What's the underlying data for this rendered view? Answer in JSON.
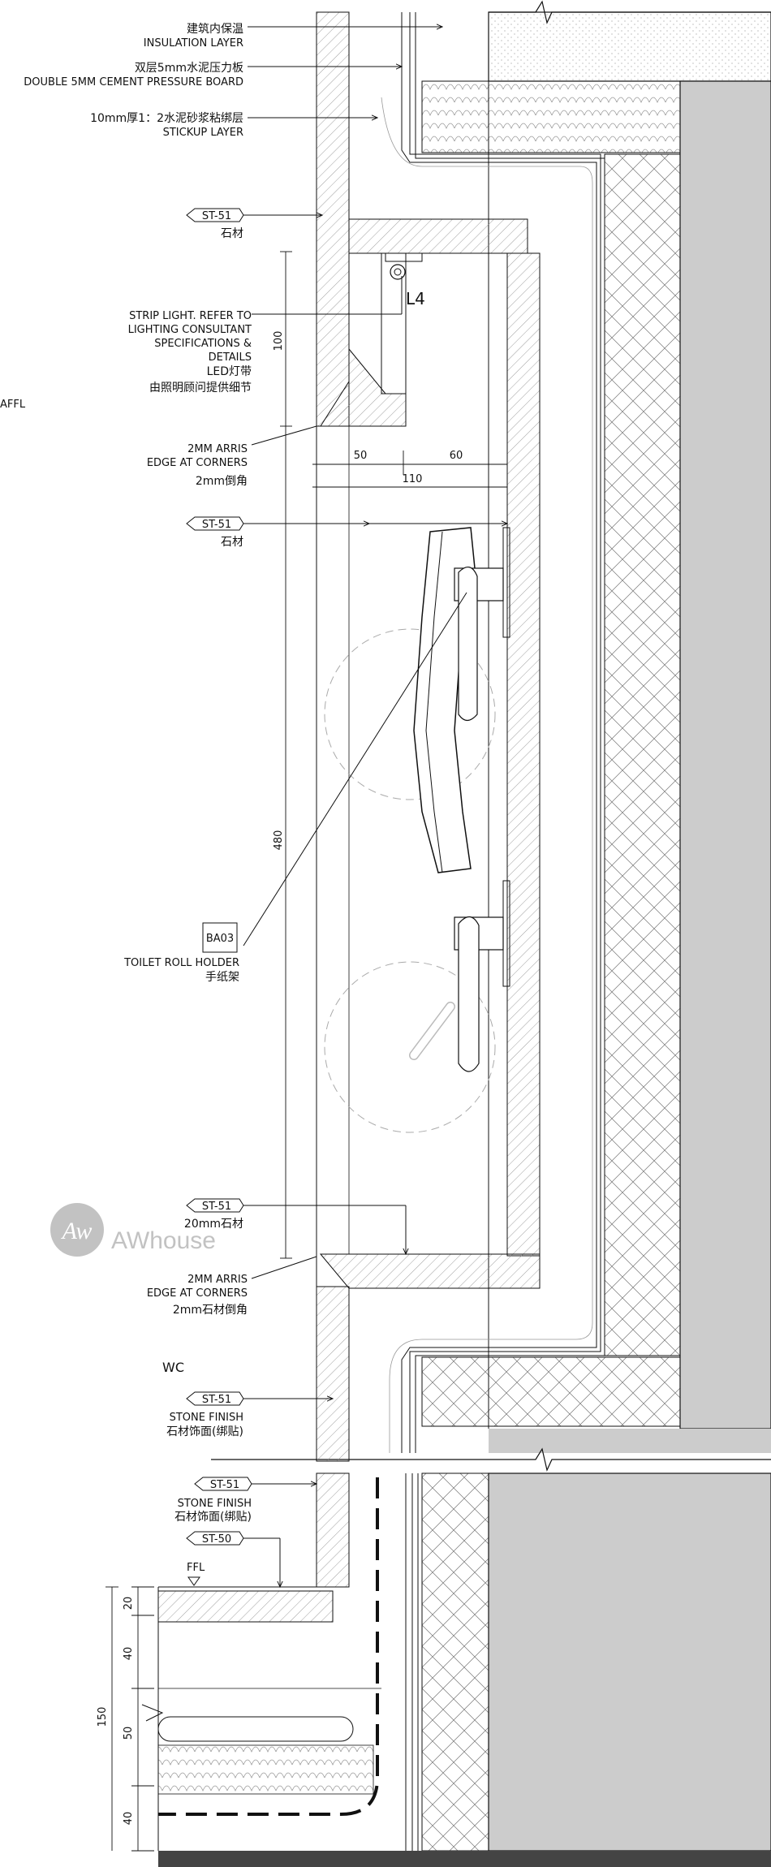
{
  "labels": {
    "insulation_cn": "建筑内保温",
    "insulation_en": "INSULATION LAYER",
    "cement_board_cn": "双层5mm水泥压力板",
    "cement_board_en": "DOUBLE 5MM CEMENT PRESSURE BOARD",
    "stickup_cn": "10mm厚1：2水泥砂浆粘绑层",
    "stickup_en": "STICKUP LAYER",
    "st51_a_tag": "ST-51",
    "st51_a_cn": "石材",
    "strip_light_1": "STRIP LIGHT. REFER TO",
    "strip_light_2": "LIGHTING CONSULTANT",
    "strip_light_3": "SPECIFICATIONS &",
    "strip_light_4": "DETAILS",
    "strip_light_cn1": "LED灯带",
    "strip_light_cn2": "由照明顾问提供细节",
    "affl": "AFFL",
    "l4": "L4",
    "arris1_1": "2MM ARRIS",
    "arris1_2": "EDGE AT CORNERS",
    "arris1_cn": "2mm倒角",
    "st51_b_tag": "ST-51",
    "st51_b_cn": "石材",
    "ba03_tag": "BA03",
    "toilet_roll_en": "TOILET ROLL HOLDER",
    "toilet_roll_cn": "手纸架",
    "st51_c_tag": "ST-51",
    "st51_c_cn": "20mm石材",
    "arris2_1": "2MM ARRIS",
    "arris2_2": "EDGE AT CORNERS",
    "arris2_cn": "2mm石材倒角",
    "wc": "WC",
    "st51_d_tag": "ST-51",
    "st51_d_en": "STONE FINISH",
    "st51_d_cn": "石材饰面(绑贴)",
    "st51_e_tag": "ST-51",
    "st51_e_en": "STONE FINISH",
    "st51_e_cn": "石材饰面(绑贴)",
    "st50_tag": "ST-50",
    "ffl": "FFL"
  },
  "dimensions": {
    "d100": "100",
    "d50": "50",
    "d60": "60",
    "d110": "110",
    "d480": "480",
    "d20": "20",
    "d40a": "40",
    "d50b": "50",
    "d40b": "40",
    "d150": "150"
  },
  "watermark": {
    "logo_letters": "Aw",
    "brand": "AWhouse"
  },
  "colors": {
    "line": "#111111",
    "wall_fill": "#cccccc",
    "hatch": "#777777",
    "floor_band": "#444444",
    "watermark": "#b8b8b8"
  }
}
